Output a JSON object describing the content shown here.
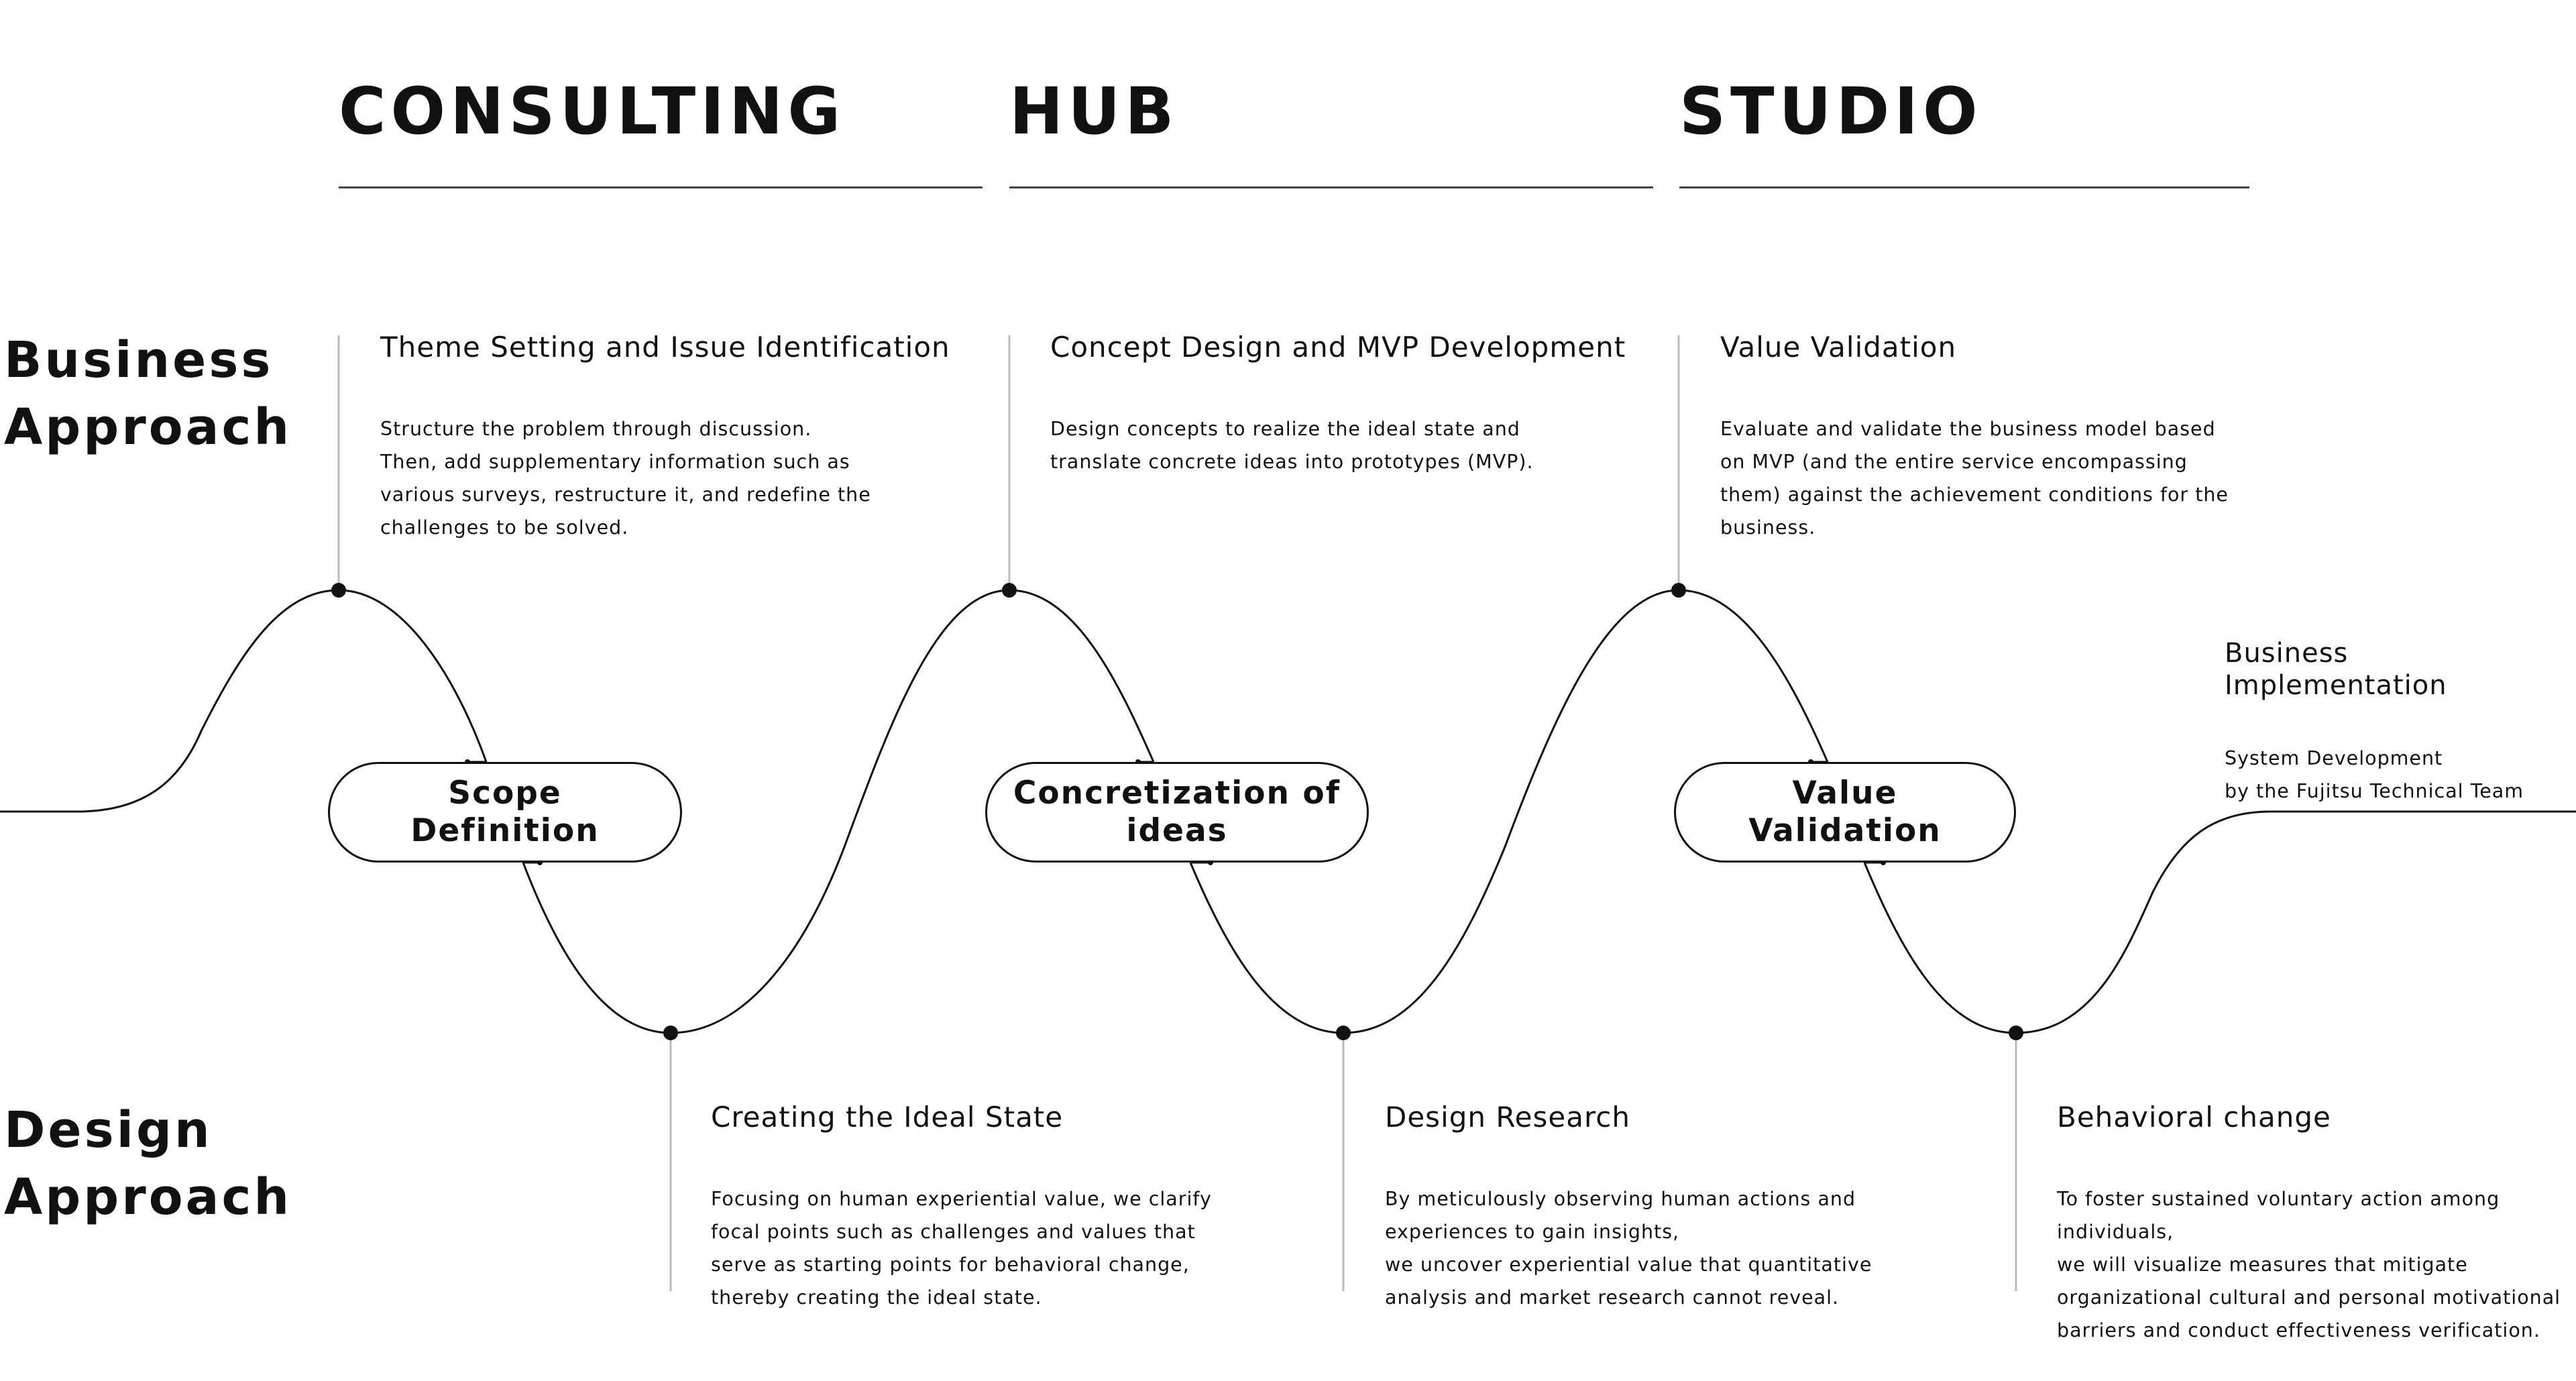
{
  "phases": [
    {
      "label": "CONSULTING"
    },
    {
      "label": "HUB"
    },
    {
      "label": "STUDIO"
    }
  ],
  "approaches": {
    "business": "Business\nApproach",
    "design": "Design\nApproach"
  },
  "business_stages": [
    {
      "title": "Theme Setting and Issue Identification",
      "description": "Structure the problem through discussion.\nThen, add supplementary information such as\nvarious surveys, restructure it, and redefine the\nchallenges to be solved."
    },
    {
      "title": "Concept Design and MVP Development",
      "description": "Design concepts to realize the ideal state and\ntranslate concrete ideas into prototypes (MVP)."
    },
    {
      "title": "Value Validation",
      "description": "Evaluate and validate the business model based\non MVP (and the entire service encompassing\nthem) against the achievement conditions for the\nbusiness."
    }
  ],
  "design_stages": [
    {
      "title": "Creating the Ideal State",
      "description": "Focusing on human experiential value, we clarify\nfocal points such as challenges and values that\nserve as starting points for behavioral change,\nthereby creating the ideal state."
    },
    {
      "title": "Design Research",
      "description": "By meticulously observing human actions and\nexperiences to gain insights,\nwe uncover experiential value that quantitative\nanalysis and market research cannot reveal."
    },
    {
      "title": "Behavioral change",
      "description": "To foster sustained voluntary action among\nindividuals,\nwe will visualize measures that mitigate\norganizational cultural and personal motivational\nbarriers and conduct effectiveness verification."
    }
  ],
  "milestones": [
    {
      "label": "Scope Definition"
    },
    {
      "label": "Concretization of ideas"
    },
    {
      "label": "Value Validation"
    }
  ],
  "implementation": {
    "title": "Business Implementation",
    "description": "System Development\nby the Fujitsu Technical Team"
  }
}
